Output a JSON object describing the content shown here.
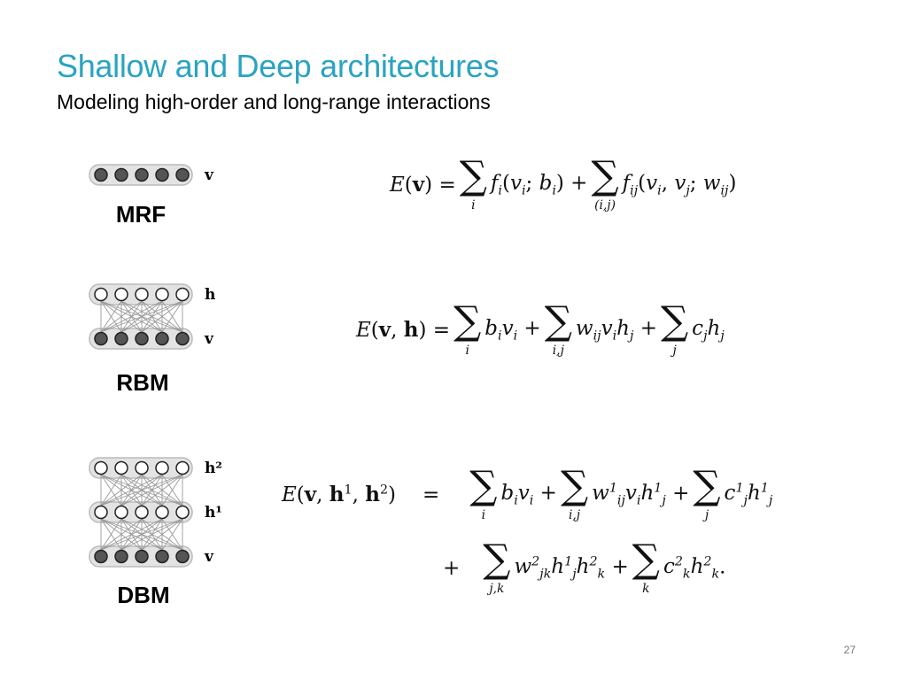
{
  "slide": {
    "title": "Shallow and Deep architectures",
    "subtitle": "Modeling high-order and long-range interactions",
    "page_number": "27"
  },
  "models": [
    {
      "label": "MRF",
      "layers": [
        "v"
      ],
      "equation": {
        "lhs": "E(v) =",
        "t1_body": "f_i(v_i; b_i) +",
        "t1_lim": "i",
        "t2_body": "f_ij(v_i, v_j; w_ij)",
        "t2_lim": "(i,j)"
      }
    },
    {
      "label": "RBM",
      "layers": [
        "h",
        "v"
      ],
      "equation": {
        "lhs": "E(v, h) =",
        "t1_body": "b_i v_i +",
        "t1_lim": "i",
        "t2_body": "w_ij v_i h_j +",
        "t2_lim": "i,j",
        "t3_body": "c_j h_j",
        "t3_lim": "j"
      }
    },
    {
      "label": "DBM",
      "layers": [
        "h²",
        "h¹",
        "v"
      ],
      "equation": {
        "lhs": "E(v, h¹, h²)",
        "eq": "=",
        "plus": "+",
        "t1_lim": "i",
        "t2_lim": "i,j",
        "t3_lim": "j",
        "t4_lim": "j,k",
        "t5_lim": "k"
      }
    }
  ],
  "colors": {
    "title": "#2aa3c2",
    "hidden_unit_fill": "#ffffff",
    "visible_unit_fill": "#555555",
    "layer_bar": "#d9d9d9"
  }
}
